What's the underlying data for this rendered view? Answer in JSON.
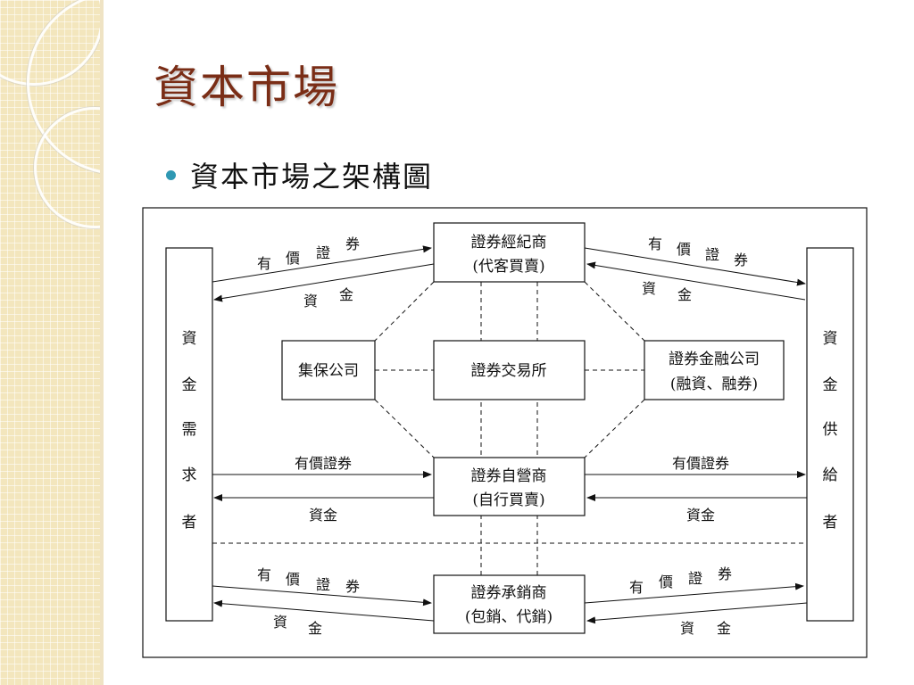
{
  "slide": {
    "title": "資本市場",
    "bullet": "資本市場之架構圖"
  },
  "colors": {
    "title": "#7a2d16",
    "bullet": "#2f98b3",
    "sidebar": "#f3e6bd"
  },
  "diagram": {
    "left_party": [
      "資",
      "金",
      "需",
      "求",
      "者"
    ],
    "right_party": [
      "資",
      "金",
      "供",
      "給",
      "者"
    ],
    "broker": {
      "line1": "證券經紀商",
      "line2": "(代客買賣)"
    },
    "custody": "集保公司",
    "exchange": "證券交易所",
    "finance": {
      "line1": "證券金融公司",
      "line2": "(融資、融券)"
    },
    "dealer": {
      "line1": "證券自營商",
      "line2": "(自行買賣)"
    },
    "underwriter": {
      "line1": "證券承銷商",
      "line2": "(包銷、代銷)"
    },
    "flows": {
      "securities_spaced": [
        "有",
        "價",
        "證",
        "券"
      ],
      "funds_spaced": [
        "資",
        "金"
      ],
      "securities": "有價證券",
      "funds": "資金"
    }
  }
}
